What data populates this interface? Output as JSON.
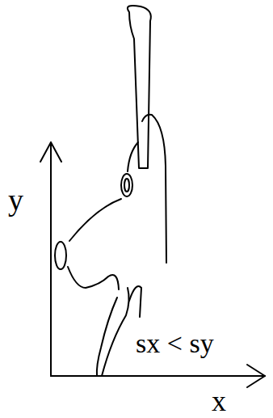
{
  "diagram": {
    "labels": [
      "y",
      "x",
      "sx < sy"
    ]
  }
}
